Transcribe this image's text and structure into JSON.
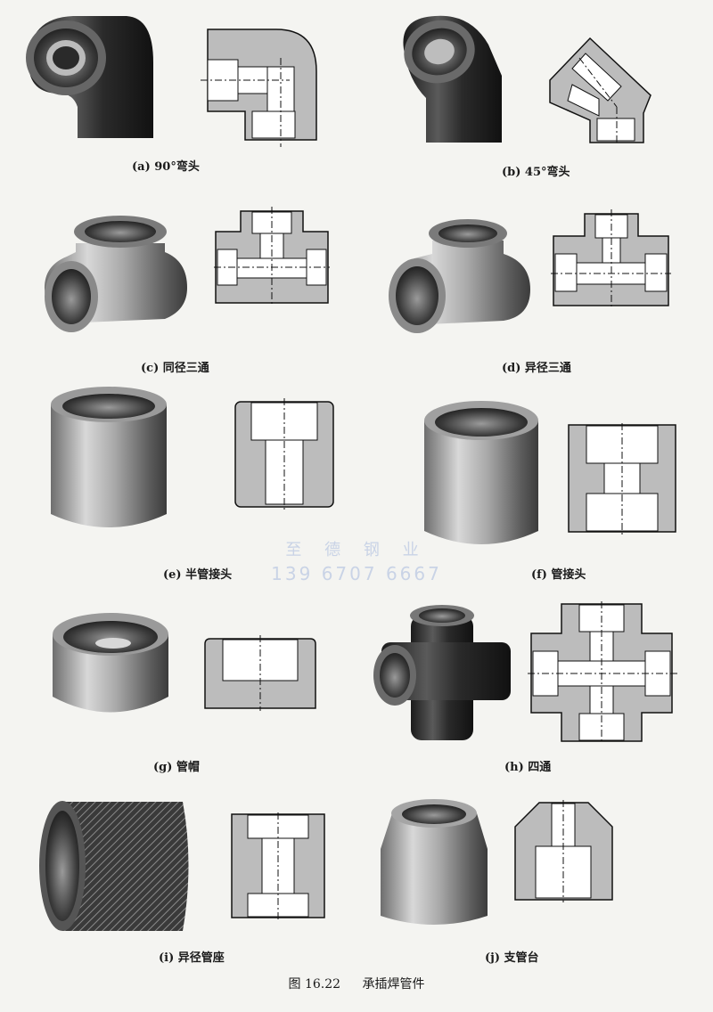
{
  "figure": {
    "number": "图 16.22",
    "title": "承插焊管件"
  },
  "watermark": {
    "line1": "至 德 钢 业",
    "line2": "139 6707 6667"
  },
  "items": [
    {
      "caption": "(a) 90°弯头"
    },
    {
      "caption": "(b) 45°弯头"
    },
    {
      "caption": "(c) 同径三通"
    },
    {
      "caption": "(d) 异径三通"
    },
    {
      "caption": "(e) 半管接头"
    },
    {
      "caption": "(f) 管接头"
    },
    {
      "caption": "(g) 管帽"
    },
    {
      "caption": "(h) 四通"
    },
    {
      "caption": "(i) 异径管座"
    },
    {
      "caption": "(j) 支管台"
    }
  ],
  "colors": {
    "metal_dark": "#2e2e2e",
    "metal_light": "#d6d6d6",
    "section_fill": "#b9b9b9",
    "bore_fill": "#ffffff"
  }
}
